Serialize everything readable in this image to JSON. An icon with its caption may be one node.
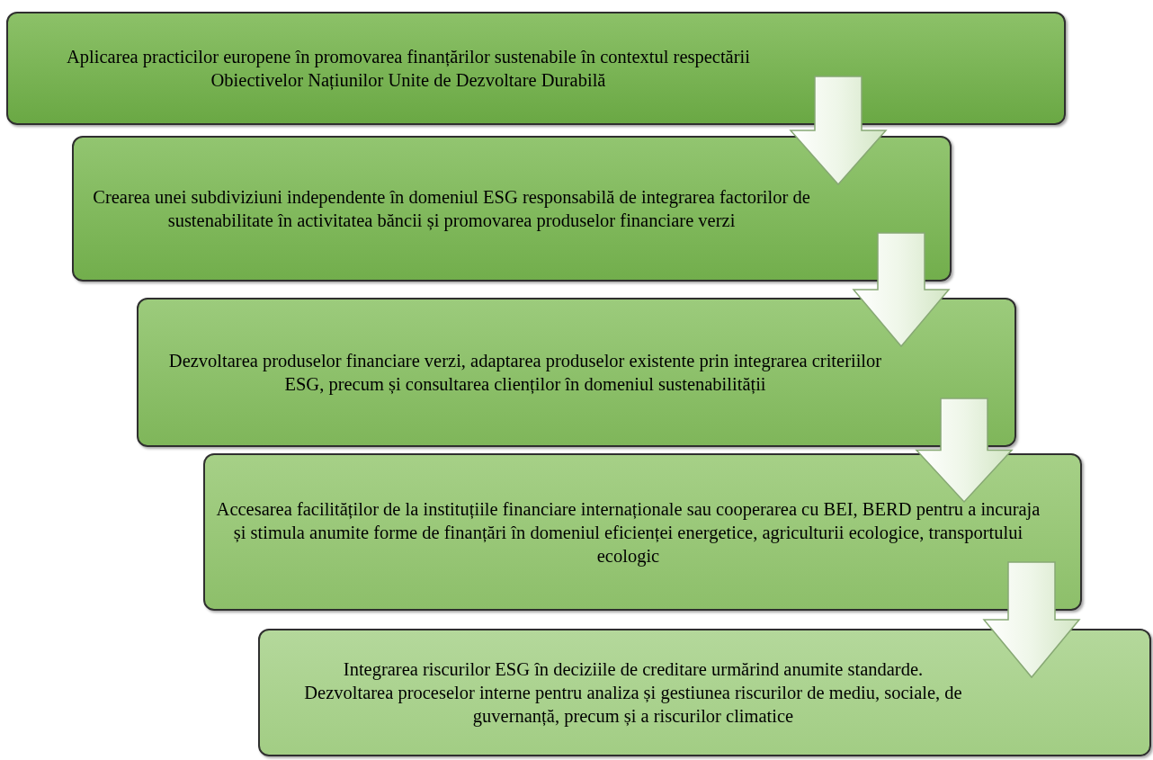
{
  "diagram": {
    "nodes": [
      {
        "text": [
          "Aplicarea practicilor europene în promovarea finanțărilor sustenabile în contextul respectării Obiectivelor Națiunilor Unite de Dezvoltare Durabilă"
        ]
      },
      {
        "text": [
          "Crearea unei subdiviziuni independente în domeniul ESG responsabilă de integrarea factorilor de sustenabilitate în activitatea băncii și promovarea produselor financiare verzi"
        ]
      },
      {
        "text": [
          "Dezvoltarea produselor financiare verzi, adaptarea produselor existente prin integrarea criteriilor ESG, precum și consultarea clienților în domeniul sustenabilității"
        ]
      },
      {
        "text": [
          "Accesarea facilităților de la instituțiile financiare internaționale sau cooperarea cu BEI, BERD pentru a incuraja și stimula anumite forme de finanțări în domeniul eficienței energetice, agriculturii ecologice, transportului ecologic"
        ]
      },
      {
        "text": [
          "Integrarea riscurilor ESG în deciziile de creditare urmărind anumite standarde.",
          "Dezvoltarea proceselor interne pentru analiza și gestiunea riscurilor de mediu, sociale, de guvernanță, precum și a riscurilor climatice"
        ]
      }
    ],
    "edges": [
      {
        "from": 0,
        "to": 1,
        "arrow": "to"
      },
      {
        "from": 1,
        "to": 2,
        "arrow": "to"
      },
      {
        "from": 2,
        "to": 3,
        "arrow": "to"
      },
      {
        "from": 3,
        "to": 4,
        "arrow": "to"
      }
    ]
  }
}
